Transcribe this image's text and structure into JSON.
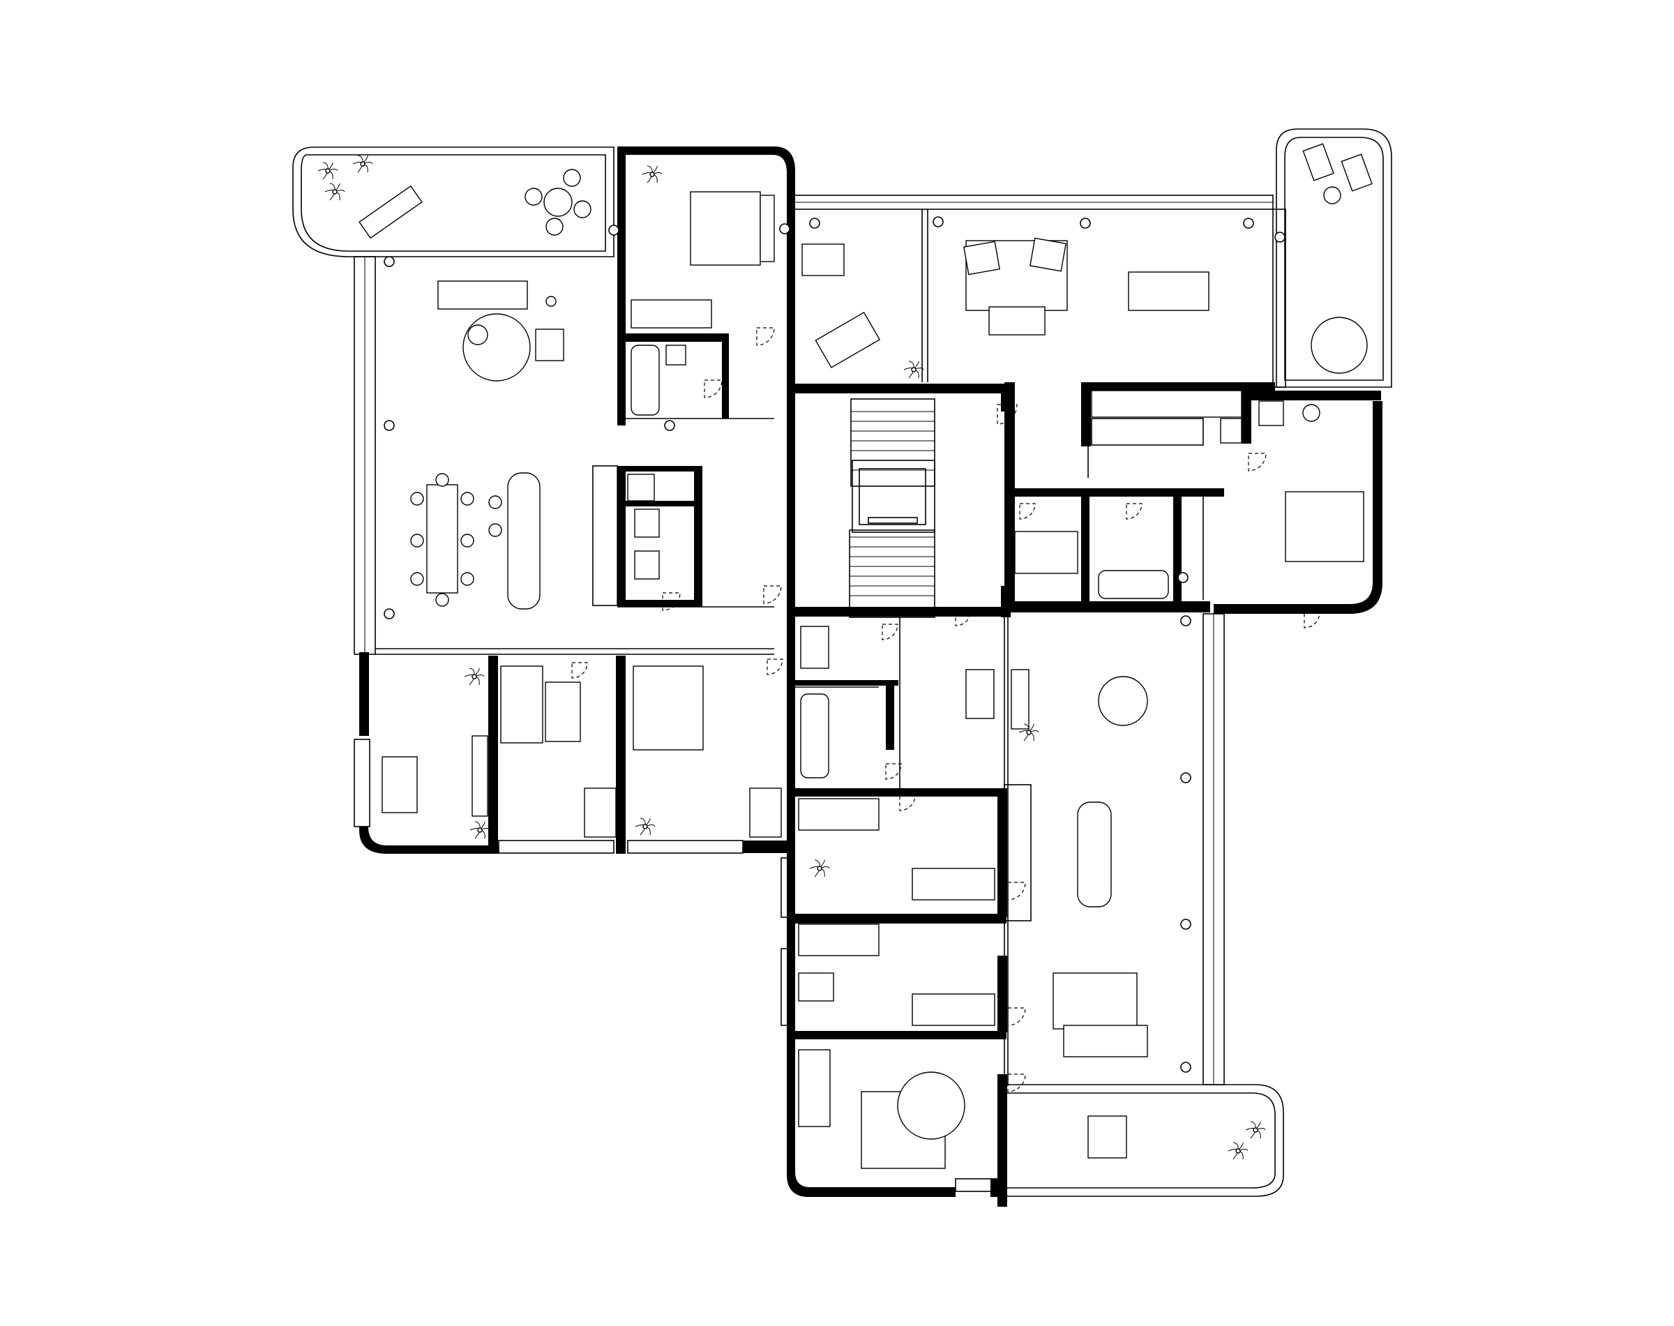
{
  "drawing": {
    "type": "architectural floor plan",
    "text_labels": [],
    "line_color": "#000000",
    "background_color": "#ffffff"
  },
  "legend": {
    "wall": "wall",
    "furniture": "furniture",
    "door_swing": "door-swing",
    "plant": "plant-icon",
    "column": "column"
  }
}
